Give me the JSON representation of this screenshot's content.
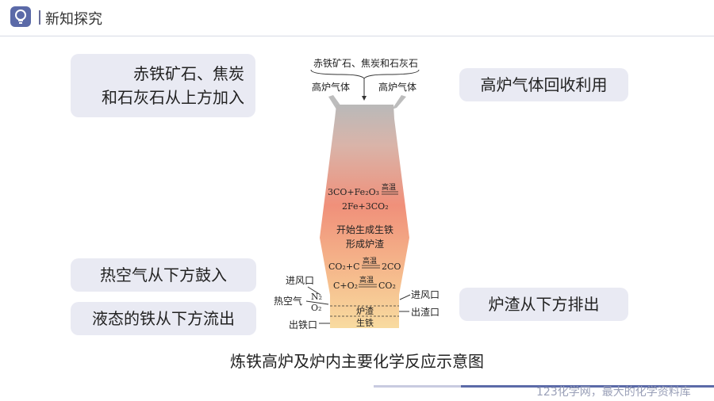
{
  "header": {
    "title": "新知探究",
    "logo_icon": "lightbulb-icon"
  },
  "callouts": {
    "top_left_line1": "赤铁矿石、焦炭",
    "top_left_line2": "和石灰石从上方加入",
    "top_right": "高炉气体回收利用",
    "middle_left": "热空气从下方鼓入",
    "bottom_left": "液态的铁从下方流出",
    "bottom_right": "炉渣从下方排出"
  },
  "diagram": {
    "top_input": "赤铁矿石、焦炭和石灰石",
    "gas_left": "高炉气体",
    "gas_right": "高炉气体",
    "reaction1_lhs": "3CO+Fe",
    "reaction1_cond": "高温",
    "reaction1_rhs": "2Fe+3CO",
    "zone_text1": "开始生成生铁",
    "zone_text2": "形成炉渣",
    "reaction2_lhs": "CO",
    "reaction2_cond": "高温",
    "reaction2_rhs": "2CO",
    "reaction3_lhs": "C+O",
    "reaction3_cond": "高温",
    "reaction3_rhs": "CO",
    "air_inlet_left": "进风口",
    "air_inlet_right": "进风口",
    "hot_air": "热空气",
    "n2": "N",
    "o2": "O",
    "slag_layer": "炉渣",
    "iron_layer": "生铁",
    "slag_outlet": "出渣口",
    "iron_outlet": "出铁口"
  },
  "caption": "炼铁高炉及炉内主要化学反应示意图",
  "footer": {
    "watermark": "123化学网，最大的化学资料库"
  },
  "colors": {
    "accent": "#5b6aa8",
    "callout_bg": "#e9eaf3",
    "furnace_top": "#b7b7b7",
    "furnace_mid": "#f08a73",
    "furnace_bottom": "#f6d79b"
  }
}
